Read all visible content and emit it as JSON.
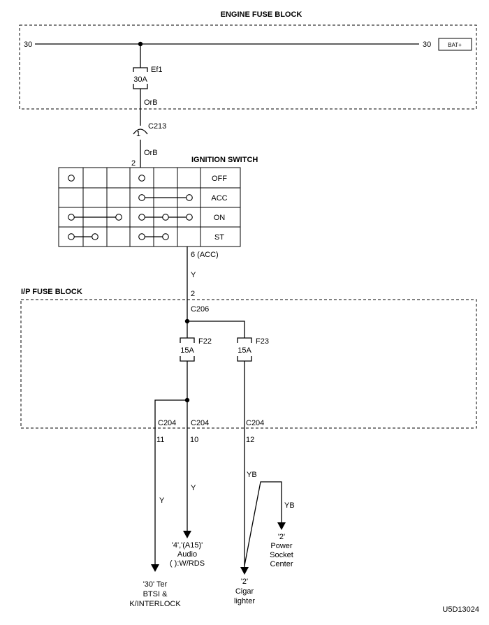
{
  "engine_fuse_block": {
    "title": "ENGINE FUSE BLOCK",
    "bus_left": "30",
    "bus_right": "30",
    "battery": "BAT+",
    "fuse_name": "Ef1",
    "fuse_rating": "30A"
  },
  "wire_orb_1": "OrB",
  "connector_c213": {
    "name": "C213",
    "pin": "1"
  },
  "wire_orb_2": {
    "pin": "2",
    "color": "OrB"
  },
  "ignition_switch": {
    "title": "IGNITION SWITCH",
    "positions": [
      "OFF",
      "ACC",
      "ON",
      "ST"
    ]
  },
  "acc_output": {
    "terminal": "6 (ACC)",
    "color": "Y"
  },
  "ip_fuse_block": {
    "title": "I/P FUSE BLOCK",
    "input_pin": "2",
    "connector": "C206",
    "fuses": [
      {
        "name": "F22",
        "rating": "15A"
      },
      {
        "name": "F23",
        "rating": "15A"
      }
    ]
  },
  "outputs": [
    {
      "connector": "C204",
      "pin": "11",
      "wire_color": "Y",
      "dest_lines": [
        "'30' Ter",
        "BTSI &",
        "K/INTERLOCK"
      ]
    },
    {
      "connector": "C204",
      "pin": "10",
      "wire_color": "Y",
      "dest_lines": [
        "'4','(A15)'",
        "Audio",
        "( ):W/RDS"
      ]
    },
    {
      "connector": "C204",
      "pin": "12",
      "wire_color": "YB",
      "dest_lines": [
        "'2'",
        "Cigar",
        "lighter"
      ]
    }
  ],
  "power_socket": {
    "wire_color": "YB",
    "dest_lines": [
      "'2'",
      "Power",
      "Socket",
      "Center"
    ]
  },
  "diagram_id": "U5D13024"
}
